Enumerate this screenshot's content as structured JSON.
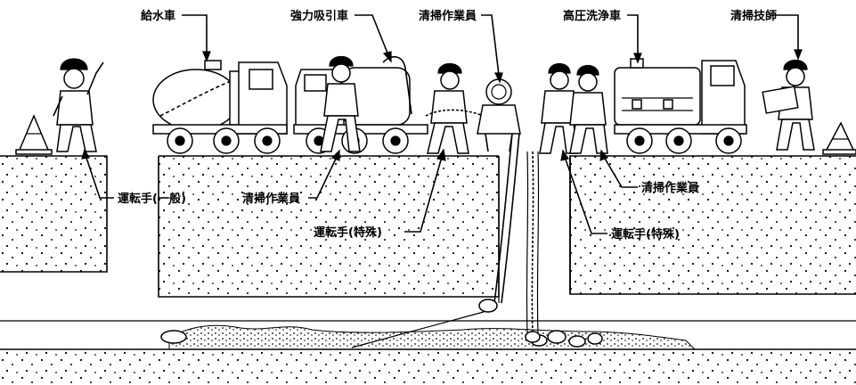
{
  "labels": {
    "water_truck": "給水車",
    "suction_truck": "強力吸引車",
    "cleaning_worker_top": "清掃作業員",
    "high_pressure_truck": "高圧洗浄車",
    "cleaning_technician": "清掃技師",
    "driver_general": "運転手(一般)",
    "cleaning_worker_left": "清掃作業員",
    "driver_special_left": "運転手(特殊)",
    "cleaning_worker_right": "清掃作業員",
    "driver_special_right": "運転手(特殊)"
  }
}
